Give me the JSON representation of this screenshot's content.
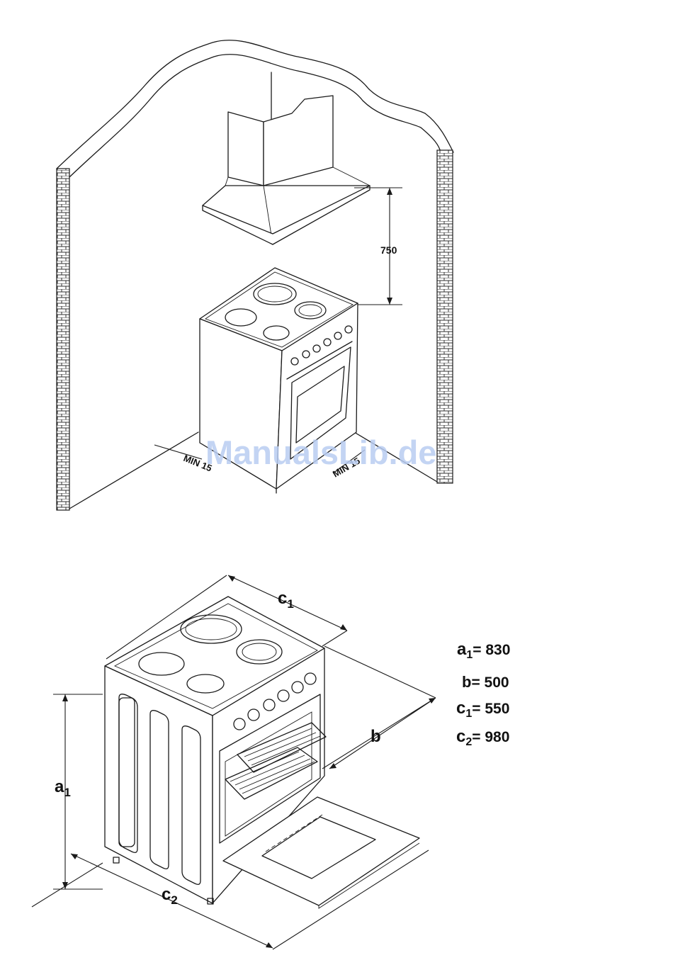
{
  "figure1": {
    "hood_clearance": "750",
    "min_left": "MIN 15",
    "min_right": "MIN 15"
  },
  "watermark": "ManualsLib.de",
  "figure2": {
    "labels": {
      "a1_main": "a",
      "a1_sub": "1",
      "b": "b",
      "c1_main": "c",
      "c1_sub": "1",
      "c2_main": "c",
      "c2_sub": "2"
    },
    "specs": [
      {
        "main": "a",
        "sub": "1",
        "value": "= 830"
      },
      {
        "main": "b",
        "sub": "",
        "value": "= 500"
      },
      {
        "main": "c",
        "sub": "1",
        "value": "= 550"
      },
      {
        "main": "c",
        "sub": "2",
        "value": "= 980"
      }
    ]
  },
  "colors": {
    "line": "#1a1a1a",
    "watermark": "#b9cdf2"
  }
}
